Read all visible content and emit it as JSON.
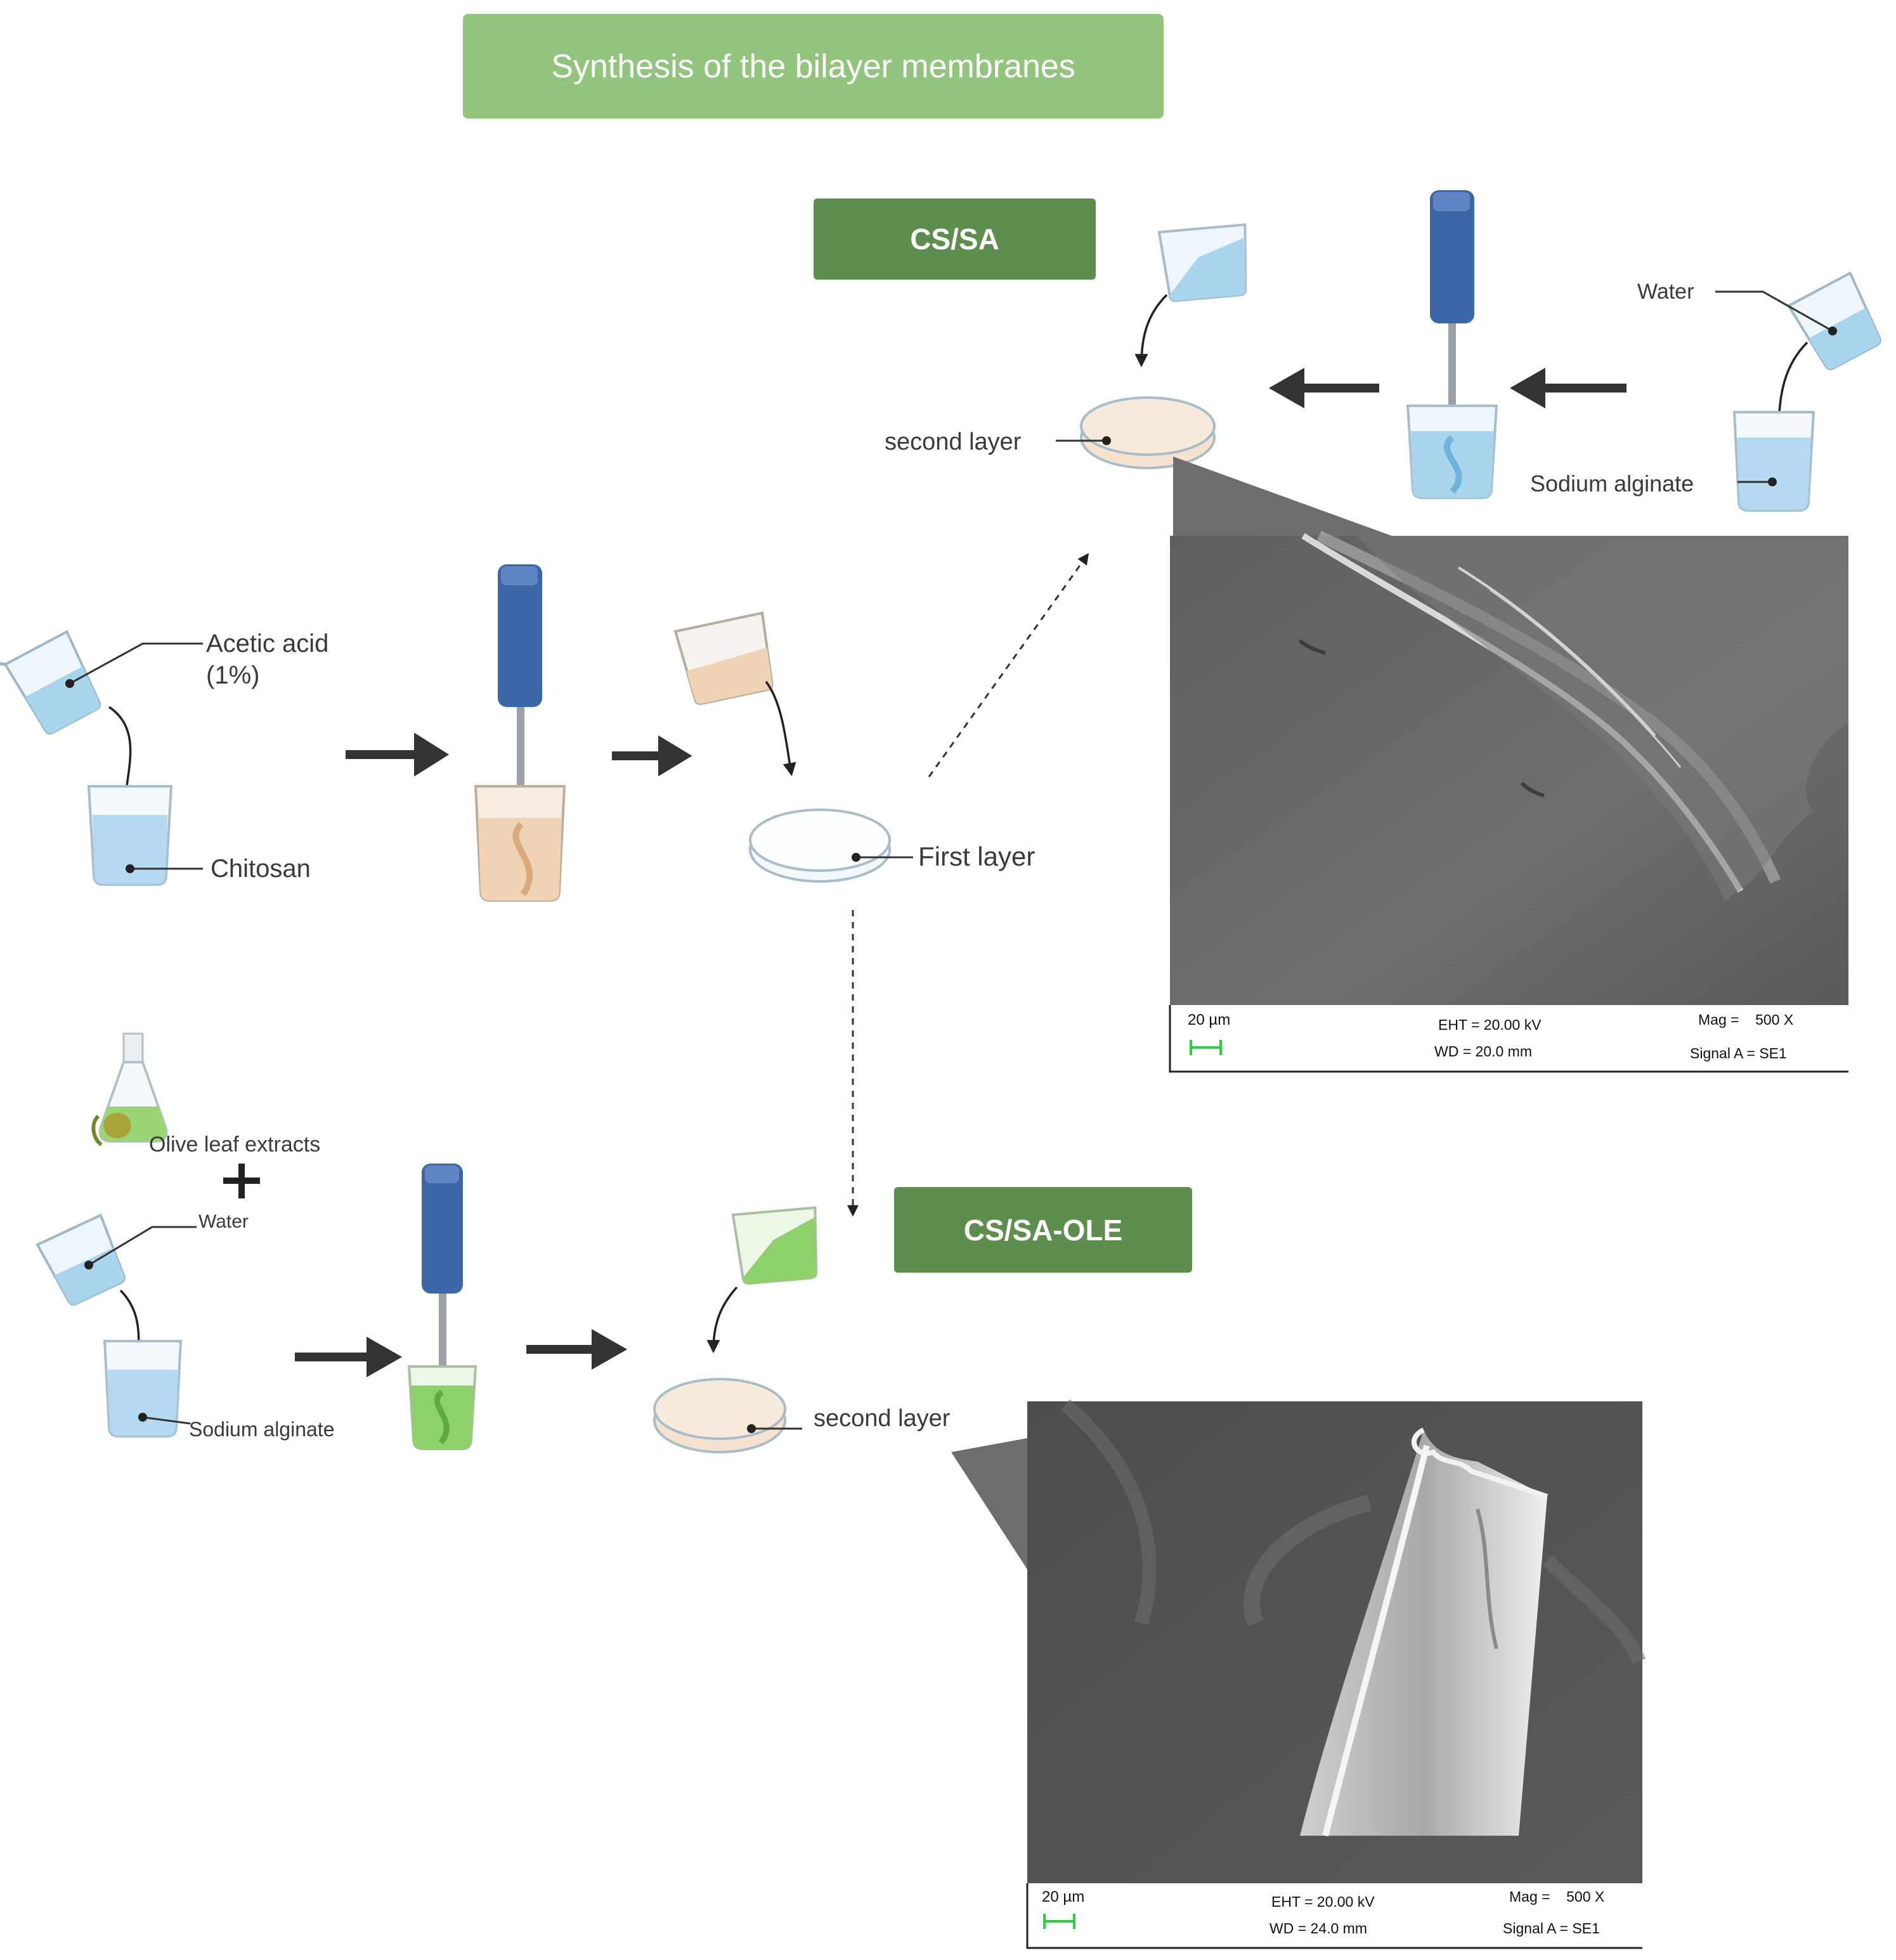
{
  "title": "Synthesis of the bilayer membranes",
  "groups": {
    "cs_sa": "CS/SA",
    "cs_sa_ole": "CS/SA-OLE"
  },
  "labels": {
    "acetic_acid": "Acetic acid",
    "acetic_acid_conc": "(1%)",
    "chitosan": "Chitosan",
    "first_layer": "First layer",
    "second_layer_top": "second layer",
    "water_top": "Water",
    "sodium_alginate_top": "Sodium alginate",
    "olive_leaf_extracts": "Olive leaf extracts",
    "water_bottom": "Water",
    "sodium_alginate_bottom": "Sodium alginate",
    "second_layer_bottom": "second layer"
  },
  "sem_top": {
    "scale": "20 µm",
    "eht": "EHT = 20.00 kV",
    "wd": "WD = 20.0 mm",
    "mag": "Mag =    500 X",
    "signal": "Signal A = SE1"
  },
  "sem_bottom": {
    "scale": "20 µm",
    "eht": "EHT = 20.00 kV",
    "wd": "WD = 24.0 mm",
    "mag": "Mag =    500 X",
    "signal": "Signal A = SE1"
  },
  "colors": {
    "title_banner": "#93c47d",
    "group_banner": "#5e8e4d",
    "water": "#a9d4ee",
    "chitosan_mix": "#f0d2b4",
    "green_mix": "#8ed06a",
    "mixer_blue": "#3b67a8",
    "sem_gray": "#6c6c6c"
  }
}
